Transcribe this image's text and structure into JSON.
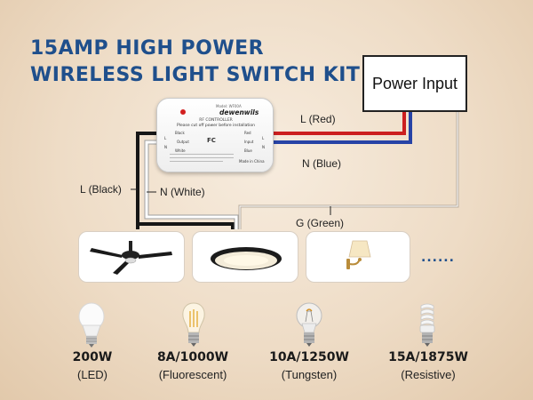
{
  "title": {
    "line1": "15AMP HIGH POWER",
    "line2": "WIRELESS LIGHT SWITCH KIT"
  },
  "power_input": {
    "label": "Power  Input"
  },
  "wire_labels": {
    "live_red": "L (Red)",
    "neutral_blue": "N (Blue)",
    "live_black": "L (Black)",
    "neutral_white": "N (White)",
    "ground_green": "G (Green)"
  },
  "wire_colors": {
    "red": "#cc1f1f",
    "blue": "#2743a6",
    "black": "#161616",
    "white": "#ffffff",
    "ground": "#b7ab9c"
  },
  "controller": {
    "model": "Model: WF00A",
    "brand": "dewenwils",
    "type": "RF CONTROLLER",
    "caution": "Please cut off power before installation",
    "terminal_black": "Black",
    "terminal_red": "Red",
    "terminal_white": "White",
    "terminal_blue": "Blue",
    "output": "Output",
    "input": "Input",
    "l_left": "L",
    "n_left": "N",
    "l_right": "L",
    "n_right": "N",
    "fc": "FC",
    "made_in": "Made in China"
  },
  "fixtures": {
    "items": [
      "ceiling-fan",
      "ceiling-light",
      "wall-sconce"
    ],
    "more": "......"
  },
  "ratings": [
    {
      "rating": "200W",
      "type": "(LED)",
      "icon": "led-bulb-icon"
    },
    {
      "rating": "8A/1000W",
      "type": "(Fluorescent)",
      "icon": "filament-bulb-icon"
    },
    {
      "rating": "10A/1250W",
      "type": "(Tungsten)",
      "icon": "tungsten-bulb-icon"
    },
    {
      "rating": "15A/1875W",
      "type": "(Resistive)",
      "icon": "cfl-bulb-icon"
    }
  ],
  "colors": {
    "title": "#1f4f8c",
    "background": "#efdfca"
  }
}
